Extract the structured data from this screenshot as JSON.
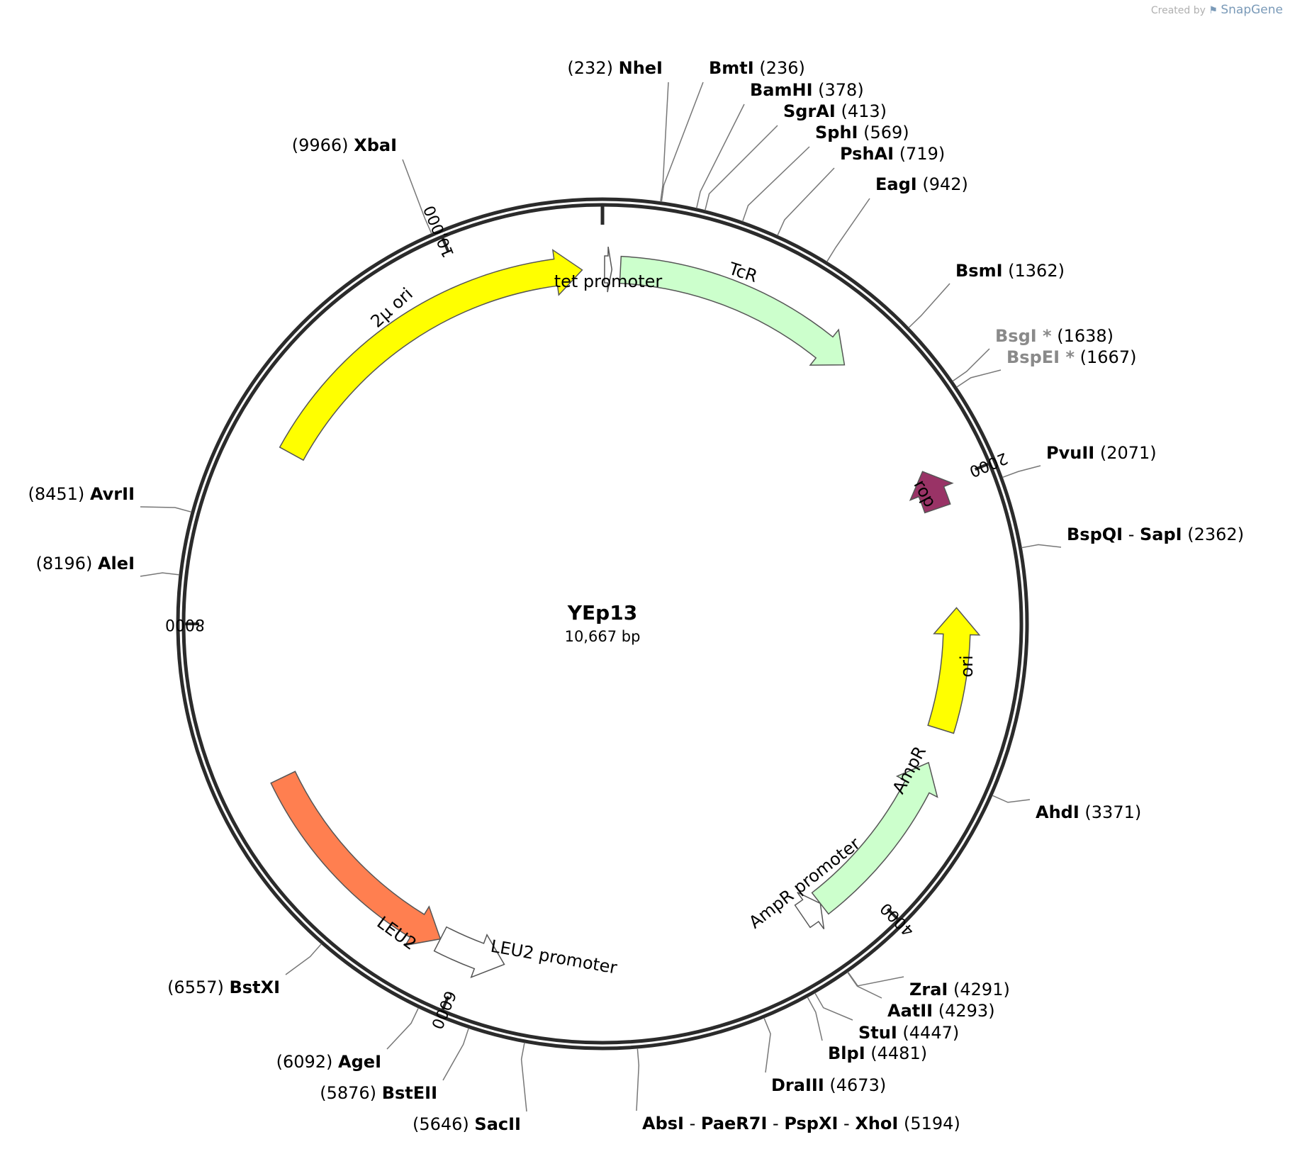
{
  "credit": {
    "prefix": "Created by",
    "brand": "SnapGene"
  },
  "plasmid": {
    "name": "YEp13",
    "size_label": "10,667 bp",
    "length": 10667
  },
  "ticks": [
    {
      "pos": 2000,
      "label": "2000"
    },
    {
      "pos": 4000,
      "label": "4000"
    },
    {
      "pos": 6000,
      "label": "6000"
    },
    {
      "pos": 8000,
      "label": "8000"
    },
    {
      "pos": 10000,
      "label": "10,000"
    }
  ],
  "features": [
    {
      "name": "tet promoter",
      "start": 10,
      "end": 45,
      "strand": 1,
      "color": "#ffffff",
      "kind": "promoter"
    },
    {
      "name": "TcR",
      "start": 86,
      "end": 1276,
      "strand": 1,
      "color": "#ccffcc",
      "kind": "gene"
    },
    {
      "name": "rop",
      "start": 1913,
      "end": 2104,
      "strand": -1,
      "color": "#993366",
      "kind": "gene"
    },
    {
      "name": "ori",
      "start": 2590,
      "end": 3180,
      "strand": -1,
      "color": "#ffff00",
      "kind": "origin"
    },
    {
      "name": "AmpR",
      "start": 3350,
      "end": 4210,
      "strand": -1,
      "color": "#ccffcc",
      "kind": "gene"
    },
    {
      "name": "AmpR promoter",
      "start": 4210,
      "end": 4315,
      "strand": -1,
      "color": "#ffffff",
      "kind": "promoter"
    },
    {
      "name": "LEU2 promoter",
      "start": 5810,
      "end": 6140,
      "strand": -1,
      "color": "#ffffff",
      "kind": "promoter"
    },
    {
      "name": "LEU2",
      "start": 6140,
      "end": 7240,
      "strand": -1,
      "color": "#ff7f50",
      "kind": "gene"
    },
    {
      "name": "2μ ori",
      "start": 8850,
      "end": 10570,
      "strand": 1,
      "color": "#ffff00",
      "kind": "origin"
    }
  ],
  "sites": [
    {
      "names": [
        "NheI"
      ],
      "pos": "232"
    },
    {
      "names": [
        "BmtI"
      ],
      "pos": "236"
    },
    {
      "names": [
        "BamHI"
      ],
      "pos": "378"
    },
    {
      "names": [
        "SgrAI"
      ],
      "pos": "413"
    },
    {
      "names": [
        "SphI"
      ],
      "pos": "569"
    },
    {
      "names": [
        "PshAI"
      ],
      "pos": "719"
    },
    {
      "names": [
        "EagI"
      ],
      "pos": "942"
    },
    {
      "names": [
        "BsmI"
      ],
      "pos": "1362"
    },
    {
      "names": [
        "BsgI"
      ],
      "pos": "1638",
      "star": "*",
      "gray": true
    },
    {
      "names": [
        "BspEI"
      ],
      "pos": "1667",
      "star": "*",
      "gray": true
    },
    {
      "names": [
        "PvuII"
      ],
      "pos": "2071"
    },
    {
      "names": [
        "BspQI",
        "SapI"
      ],
      "pos": "2362"
    },
    {
      "names": [
        "AhdI"
      ],
      "pos": "3371"
    },
    {
      "names": [
        "ZraI"
      ],
      "pos": "4291"
    },
    {
      "names": [
        "AatII"
      ],
      "pos": "4293"
    },
    {
      "names": [
        "StuI"
      ],
      "pos": "4447"
    },
    {
      "names": [
        "BlpI"
      ],
      "pos": "4481"
    },
    {
      "names": [
        "DraIII"
      ],
      "pos": "4673"
    },
    {
      "names": [
        "AbsI",
        "PaeR7I",
        "PspXI",
        "XhoI"
      ],
      "pos": "5194"
    },
    {
      "names": [
        "SacII"
      ],
      "pos": "5646"
    },
    {
      "names": [
        "BstEII"
      ],
      "pos": "5876"
    },
    {
      "names": [
        "AgeI"
      ],
      "pos": "6092"
    },
    {
      "names": [
        "BstXI"
      ],
      "pos": "6557"
    },
    {
      "names": [
        "AleI"
      ],
      "pos": "8196"
    },
    {
      "names": [
        "AvrII"
      ],
      "pos": "8451"
    },
    {
      "names": [
        "XbaI"
      ],
      "pos": "9966"
    }
  ]
}
